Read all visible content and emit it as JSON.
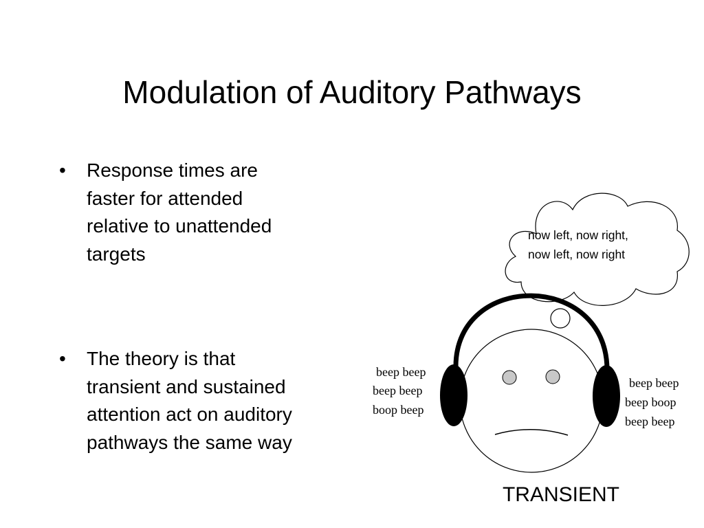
{
  "slide": {
    "title": "Modulation of Auditory Pathways",
    "bullet_symbol": "•",
    "bullets": [
      {
        "lines": [
          "Response times are",
          "faster for attended",
          "relative to unattended",
          "targets"
        ]
      },
      {
        "lines": [
          "The theory is that",
          "transient and sustained",
          "attention act on auditory",
          "pathways the same way"
        ]
      }
    ]
  },
  "illustration": {
    "thought_bubble": [
      "now left, now right,",
      "now left, now right"
    ],
    "left_ear_sound": [
      "beep beep",
      "beep beep",
      "boop beep"
    ],
    "right_ear_sound": [
      "beep beep",
      "beep boop",
      "beep beep"
    ],
    "caption": "TRANSIENT"
  },
  "icons": [
    "thought-cloud-icon",
    "sad-face-icon",
    "headphones-icon"
  ],
  "colors": {
    "background": "#ffffff",
    "text": "#000000",
    "eye_fill": "#c8c8c8"
  }
}
